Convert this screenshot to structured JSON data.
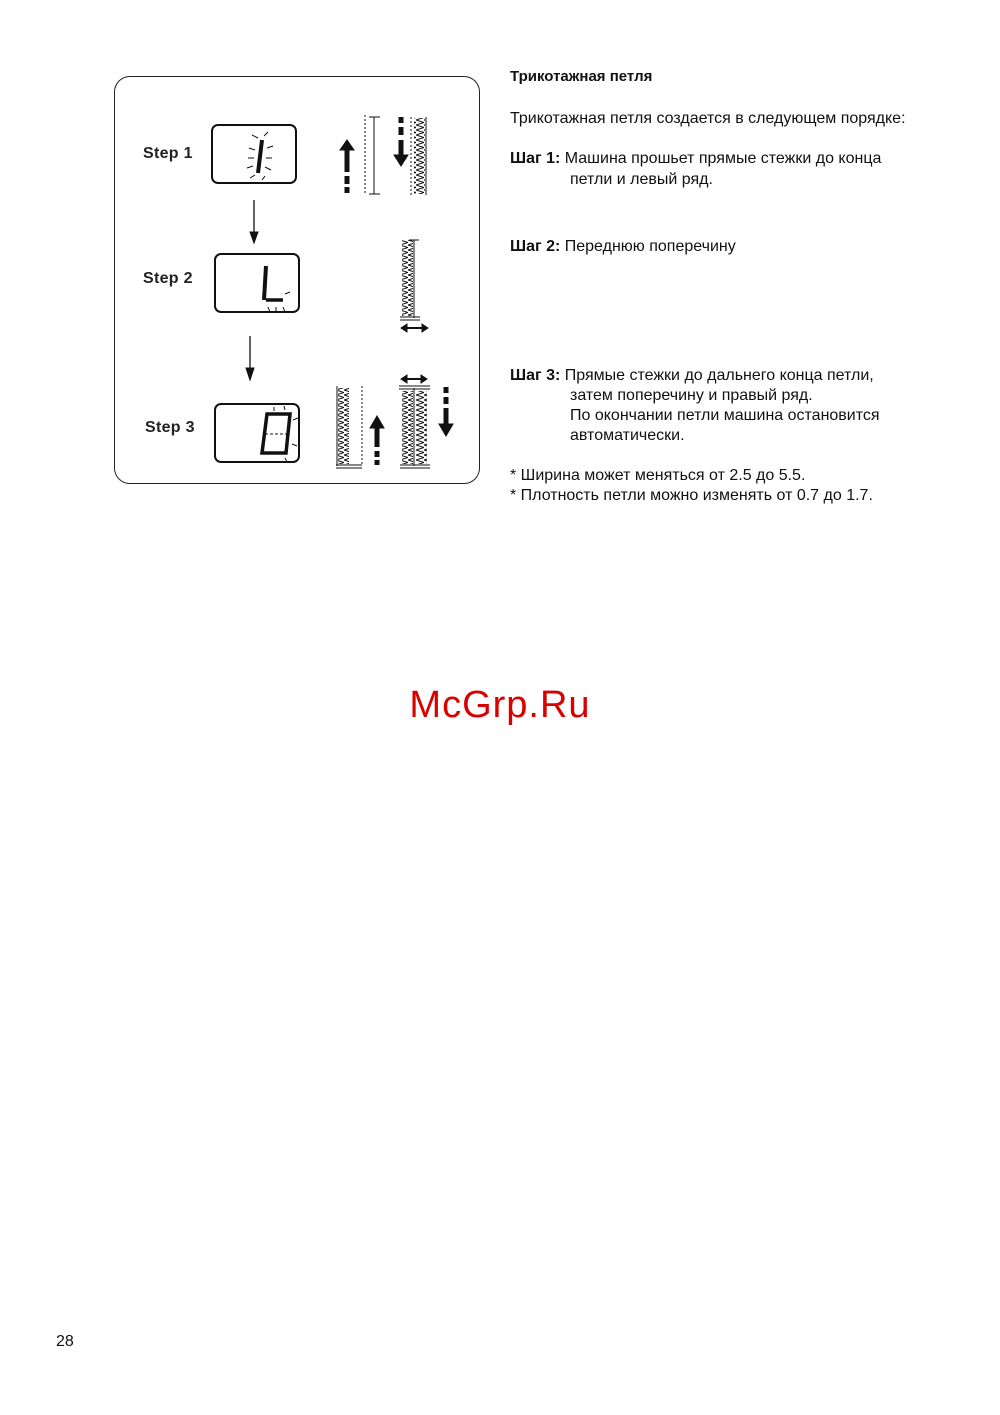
{
  "panel": {
    "steps": [
      {
        "label": "Step  1"
      },
      {
        "label": "Step  2"
      },
      {
        "label": "Step  3"
      }
    ]
  },
  "text": {
    "heading": "Трикотажная петля",
    "intro": "Трикотажная петля создается в следующем порядке:",
    "step1_label": "Шаг 1:",
    "step1_line1": " Машина прошьет прямые стежки до конца",
    "step1_line2": "петли и левый ряд.",
    "step2_label": "Шаг 2:",
    "step2_line1": " Переднюю поперечину",
    "step3_label": "Шаг 3:",
    "step3_line1": " Прямые стежки до дальнего конца петли,",
    "step3_line2": "затем поперечину и правый ряд.",
    "step3_line3": "По окончании петли машина остановится",
    "step3_line4": "автоматически.",
    "note1": "* Ширина может меняться от 2.5 до 5.5.",
    "note2": "* Плотность петли можно изменять от 0.7 до 1.7."
  },
  "watermark": "McGrp.Ru",
  "page_number": "28",
  "colors": {
    "watermark": "#d90000",
    "ink": "#111111"
  }
}
